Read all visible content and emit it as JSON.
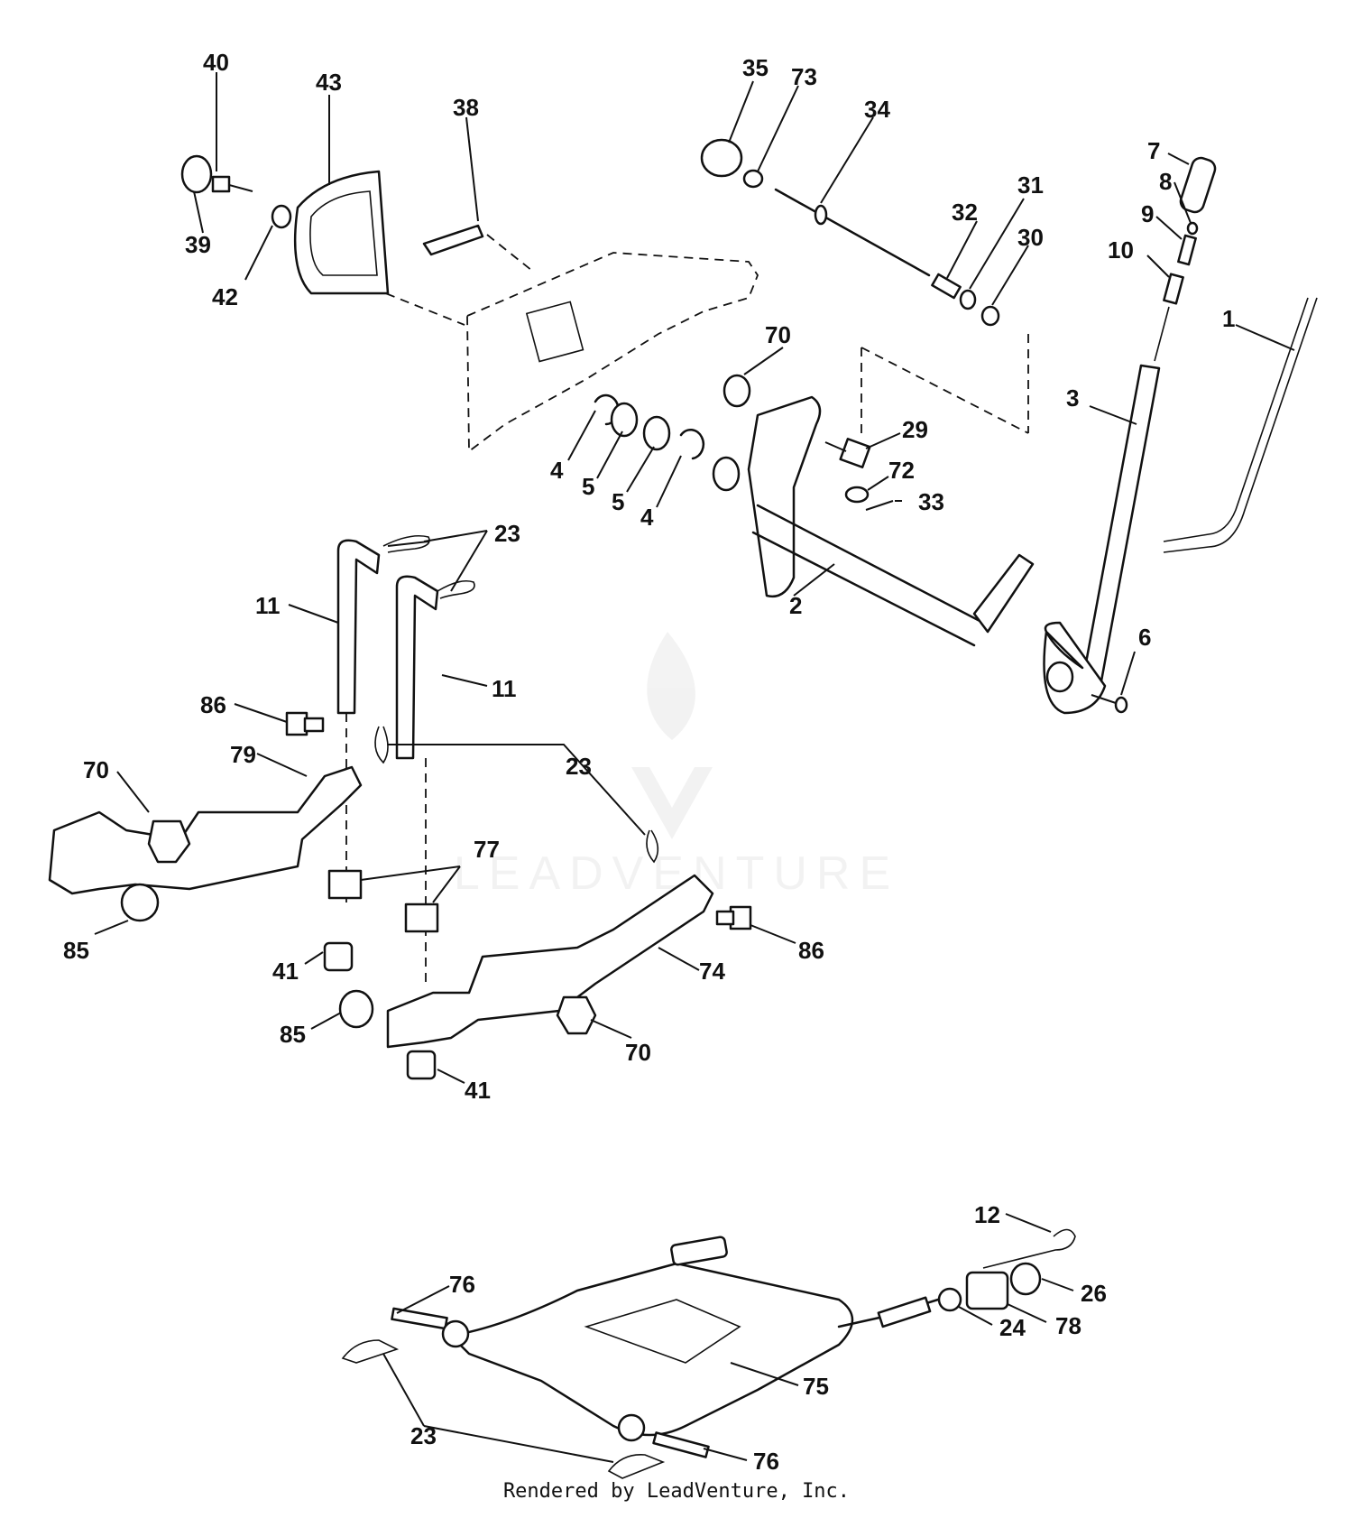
{
  "watermark": {
    "text": "LEADVENTURE"
  },
  "credit": "Rendered by LeadVenture, Inc.",
  "colors": {
    "ink": "#111111",
    "watermark": "#9a9a9a",
    "background": "#ffffff"
  },
  "callouts": [
    {
      "id": "c40",
      "label": "40"
    },
    {
      "id": "c43",
      "label": "43"
    },
    {
      "id": "c38",
      "label": "38"
    },
    {
      "id": "c39",
      "label": "39"
    },
    {
      "id": "c42",
      "label": "42"
    },
    {
      "id": "c35",
      "label": "35"
    },
    {
      "id": "c73",
      "label": "73"
    },
    {
      "id": "c34",
      "label": "34"
    },
    {
      "id": "c7",
      "label": "7"
    },
    {
      "id": "c8",
      "label": "8"
    },
    {
      "id": "c9",
      "label": "9"
    },
    {
      "id": "c10",
      "label": "10"
    },
    {
      "id": "c32",
      "label": "32"
    },
    {
      "id": "c31",
      "label": "31"
    },
    {
      "id": "c30",
      "label": "30"
    },
    {
      "id": "c1",
      "label": "1"
    },
    {
      "id": "c70a",
      "label": "70"
    },
    {
      "id": "c3",
      "label": "3"
    },
    {
      "id": "c29",
      "label": "29"
    },
    {
      "id": "c72",
      "label": "72"
    },
    {
      "id": "c33",
      "label": "33"
    },
    {
      "id": "c4a",
      "label": "4"
    },
    {
      "id": "c5a",
      "label": "5"
    },
    {
      "id": "c5b",
      "label": "5"
    },
    {
      "id": "c4b",
      "label": "4"
    },
    {
      "id": "c23a",
      "label": "23"
    },
    {
      "id": "c11a",
      "label": "11"
    },
    {
      "id": "c11b",
      "label": "11"
    },
    {
      "id": "c2",
      "label": "2"
    },
    {
      "id": "c6",
      "label": "6"
    },
    {
      "id": "c86a",
      "label": "86"
    },
    {
      "id": "c79",
      "label": "79"
    },
    {
      "id": "c70b",
      "label": "70"
    },
    {
      "id": "c23b",
      "label": "23"
    },
    {
      "id": "c77",
      "label": "77"
    },
    {
      "id": "c85a",
      "label": "85"
    },
    {
      "id": "c41a",
      "label": "41"
    },
    {
      "id": "c86b",
      "label": "86"
    },
    {
      "id": "c74",
      "label": "74"
    },
    {
      "id": "c85b",
      "label": "85"
    },
    {
      "id": "c70c",
      "label": "70"
    },
    {
      "id": "c41b",
      "label": "41"
    },
    {
      "id": "c12",
      "label": "12"
    },
    {
      "id": "c76a",
      "label": "76"
    },
    {
      "id": "c26",
      "label": "26"
    },
    {
      "id": "c78",
      "label": "78"
    },
    {
      "id": "c24",
      "label": "24"
    },
    {
      "id": "c75",
      "label": "75"
    },
    {
      "id": "c23c",
      "label": "23"
    },
    {
      "id": "c76b",
      "label": "76"
    }
  ]
}
